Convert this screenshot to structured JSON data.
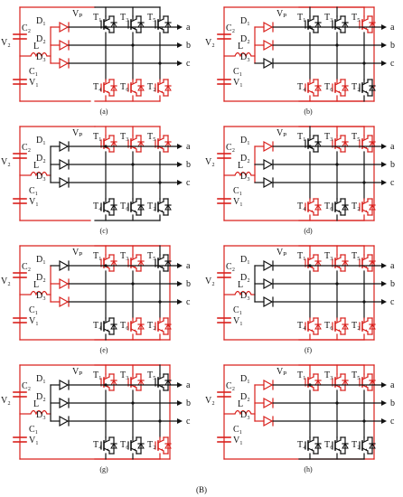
{
  "figure_label": "(B)",
  "active_color": "#d9201c",
  "idle_color": "#111111",
  "labels": {
    "c2": "C₂",
    "c1": "C₁",
    "v2": "V₂",
    "v1": "V₁",
    "l": "L",
    "vp": "Vₚ",
    "d1": "D₁",
    "d2": "D₂",
    "d3": "D₃",
    "t1": "T₁",
    "t3": "T₃",
    "t5": "T₅",
    "t4": "T₄",
    "t6": "T₆",
    "t2": "T₂",
    "a": "a",
    "b": "b",
    "c": "c"
  },
  "panels": [
    {
      "id": "a",
      "caption": "(a)",
      "frame": "partial",
      "diodes": [
        true,
        true,
        true
      ],
      "switches": {
        "T1": false,
        "T3": false,
        "T5": false,
        "T4": true,
        "T6": true,
        "T2": true
      }
    },
    {
      "id": "b",
      "caption": "(b)",
      "frame": "full",
      "diodes": [
        true,
        true,
        false
      ],
      "switches": {
        "T1": false,
        "T3": false,
        "T5": true,
        "T4": true,
        "T6": true,
        "T2": false
      }
    },
    {
      "id": "c",
      "caption": "(c)",
      "frame": "partial",
      "diodes": [
        false,
        false,
        false
      ],
      "switches": {
        "T1": true,
        "T3": true,
        "T5": true,
        "T4": false,
        "T6": false,
        "T2": false
      }
    },
    {
      "id": "d",
      "caption": "(d)",
      "frame": "full",
      "diodes": [
        true,
        false,
        false
      ],
      "switches": {
        "T1": false,
        "T3": true,
        "T5": true,
        "T4": true,
        "T6": false,
        "T2": true
      }
    },
    {
      "id": "e",
      "caption": "(e)",
      "frame": "full",
      "diodes": [
        false,
        true,
        true
      ],
      "switches": {
        "T1": true,
        "T3": true,
        "T5": false,
        "T4": false,
        "T6": true,
        "T2": true
      }
    },
    {
      "id": "f",
      "caption": "(f)",
      "frame": "full",
      "diodes": [
        false,
        false,
        false
      ],
      "switches": {
        "T1": true,
        "T3": true,
        "T5": true,
        "T4": true,
        "T6": true,
        "T2": true
      }
    },
    {
      "id": "g",
      "caption": "(g)",
      "frame": "full",
      "diodes": [
        false,
        false,
        false
      ],
      "switches": {
        "T1": true,
        "T3": true,
        "T5": false,
        "T4": false,
        "T6": false,
        "T2": true
      }
    },
    {
      "id": "h",
      "caption": "(h)",
      "frame": "full",
      "diodes": [
        true,
        true,
        true
      ],
      "switches": {
        "T1": true,
        "T3": true,
        "T5": true,
        "T4": false,
        "T6": false,
        "T2": false
      }
    }
  ]
}
